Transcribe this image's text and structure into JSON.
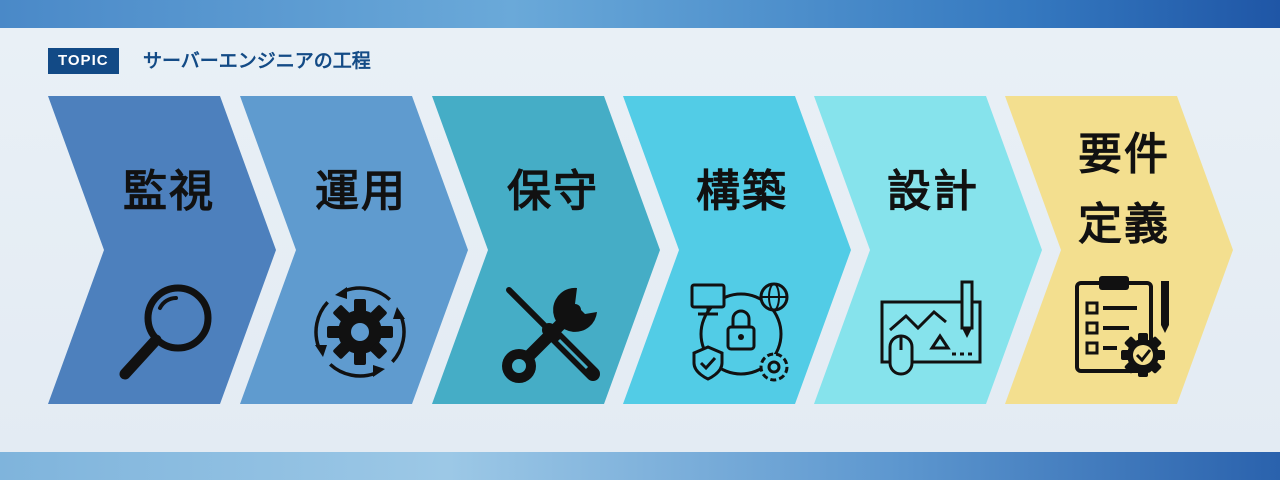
{
  "header": {
    "badge": "TOPIC",
    "title": "サーバーエンジニアの工程"
  },
  "steps": [
    {
      "lines": [
        "監視"
      ],
      "icon": "magnifier-icon",
      "color": "#4d80bd"
    },
    {
      "lines": [
        "運用"
      ],
      "icon": "gear-cycle-icon",
      "color": "#5f9bcf"
    },
    {
      "lines": [
        "保守"
      ],
      "icon": "screwdriver-wrench-icon",
      "color": "#45adc6"
    },
    {
      "lines": [
        "構築"
      ],
      "icon": "network-security-icon",
      "color": "#52cce6"
    },
    {
      "lines": [
        "設計"
      ],
      "icon": "blueprint-icon",
      "color": "#86e3ec"
    },
    {
      "lines": [
        "要件",
        "定義"
      ],
      "icon": "requirements-clipboard-icon",
      "color": "#f3df8f"
    }
  ]
}
